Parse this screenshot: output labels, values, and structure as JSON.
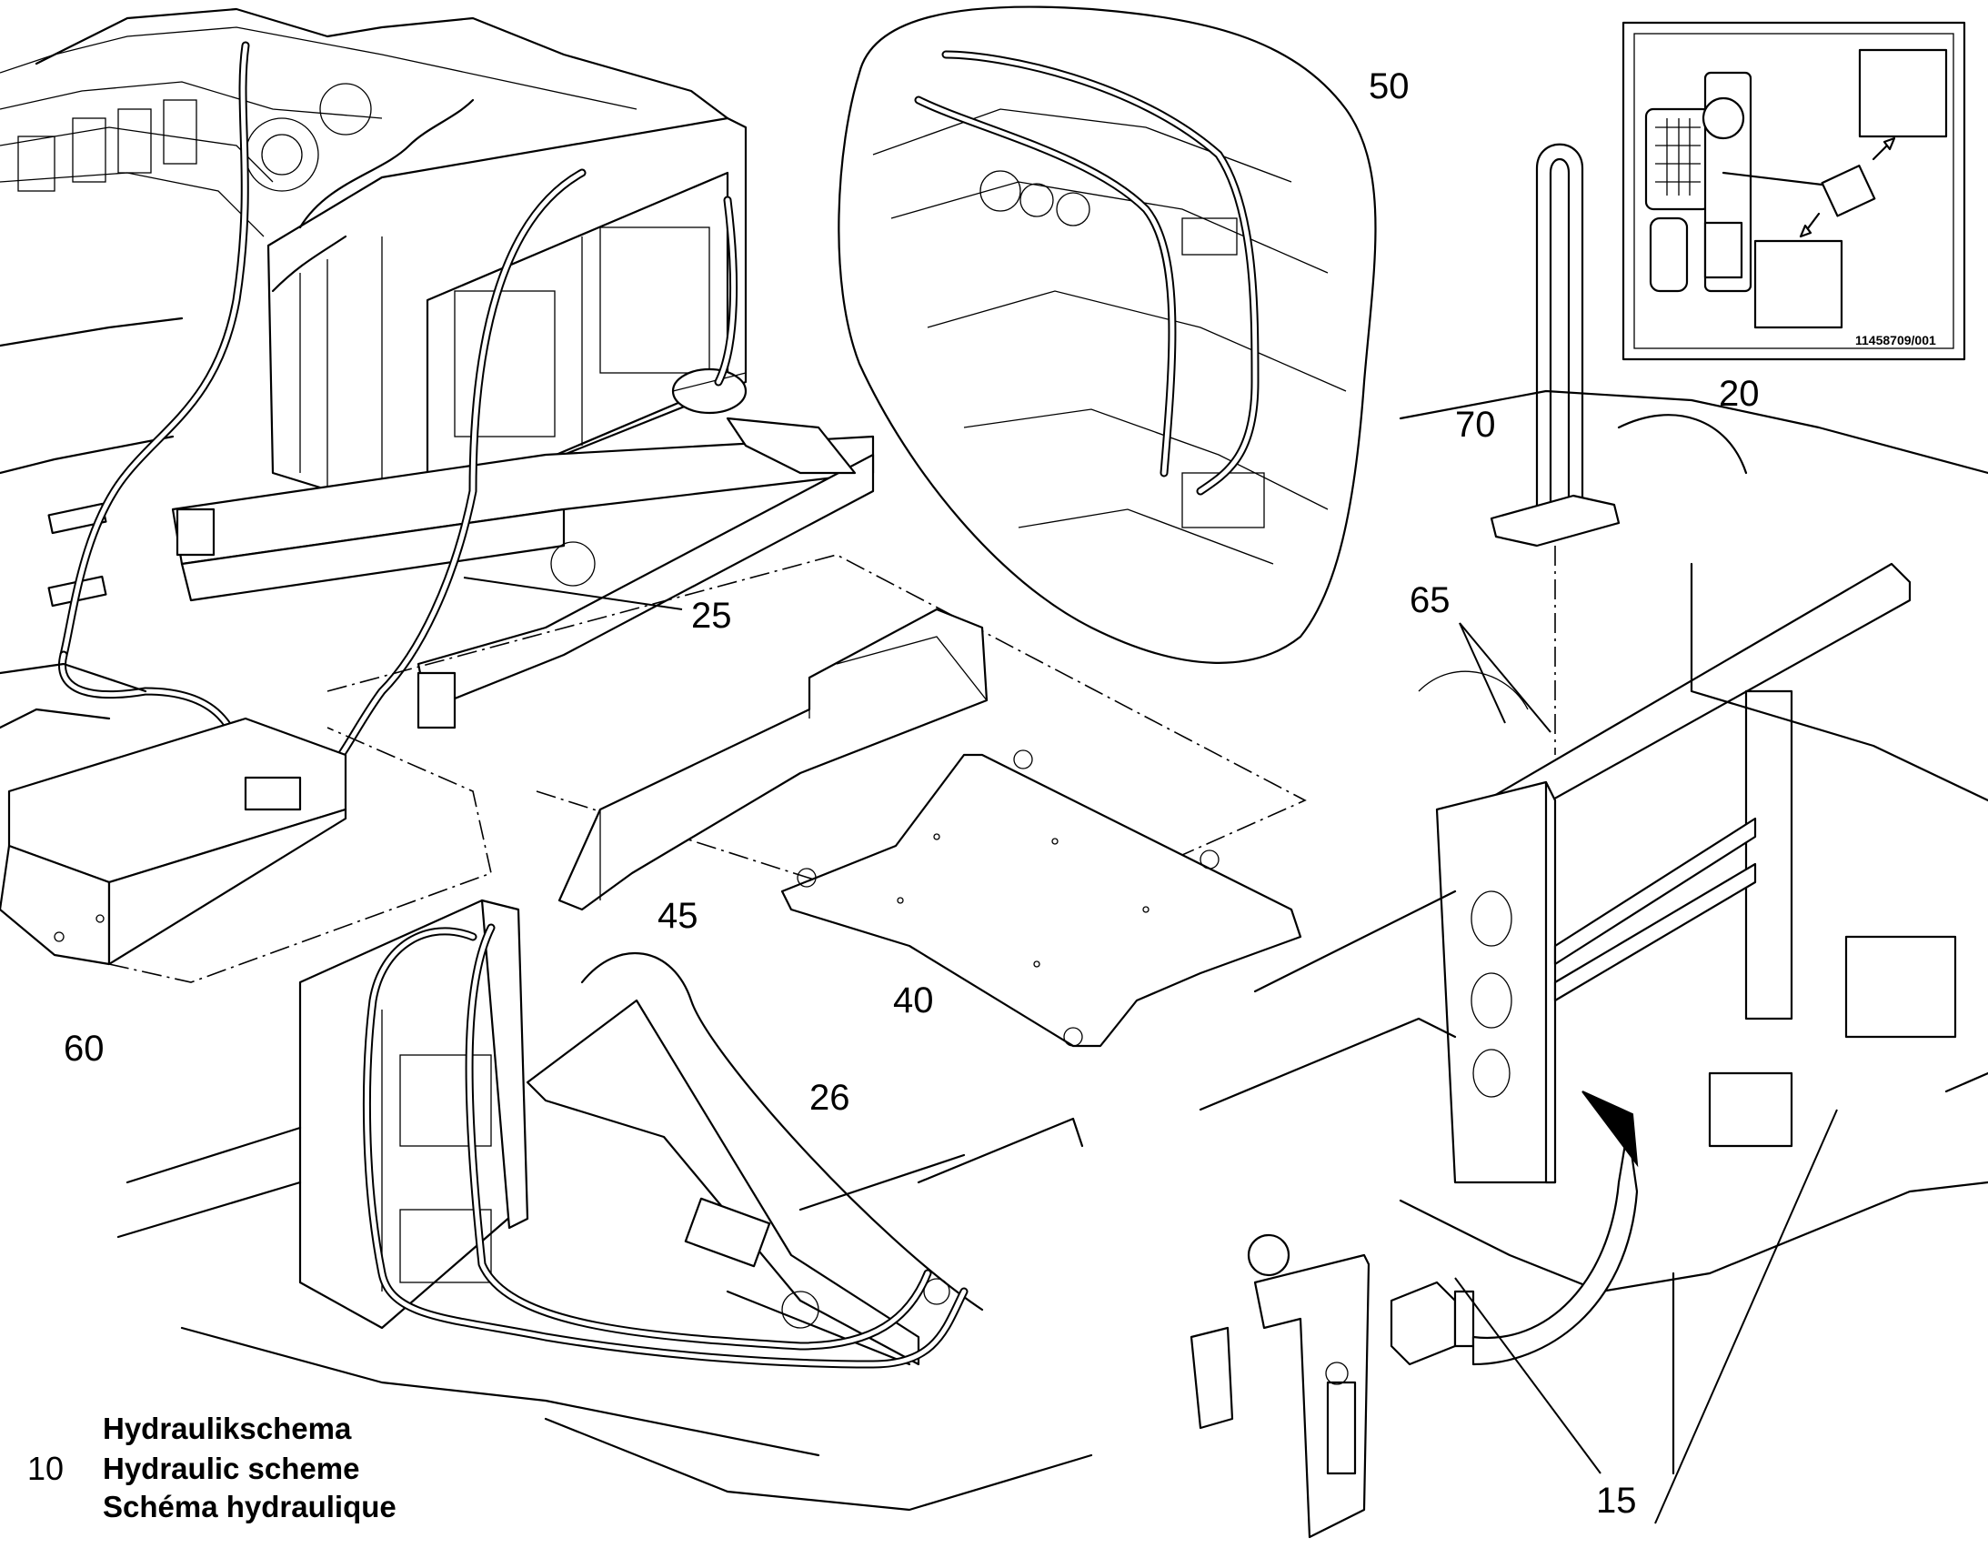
{
  "callouts": {
    "c10": "10",
    "c15": "15",
    "c20": "20",
    "c25": "25",
    "c26": "26",
    "c40": "40",
    "c45": "45",
    "c50": "50",
    "c60": "60",
    "c65": "65",
    "c70": "70"
  },
  "legend": {
    "line_de": "Hydraulikschema",
    "line_en": "Hydraulic scheme",
    "line_fr": "Schéma hydraulique"
  },
  "decal": {
    "code": "11458709/001"
  }
}
